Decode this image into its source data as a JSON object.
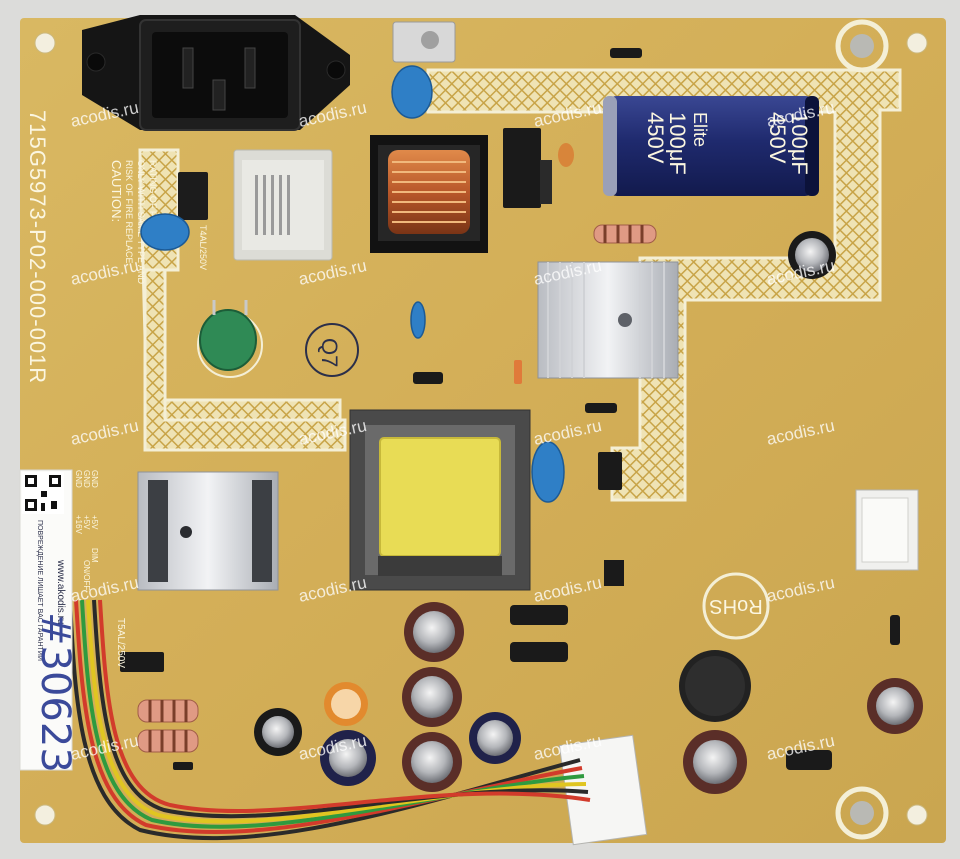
{
  "board": {
    "part_number": "715G5973-P02-000-001R",
    "caution_lines": [
      "CAUTION:",
      "RISK OF FIRE REPLACE",
      "ONLY WITH SAME TYPE AND",
      "RATING OF FUSE."
    ],
    "fuse_rating": "T4AL/250V",
    "fuse2_rating": "T5AL/250V",
    "rohs_mark": "RoHS",
    "circle_mark": "Q7"
  },
  "capacitor": {
    "line1": "100μF",
    "line2": "450V",
    "brand": "Elite"
  },
  "sticker": {
    "url": "www.akodis.ru",
    "note": "ПОВРЕЖДЕНИЕ ЛИШАЕТ ВАС ГАРАНТИИ",
    "pins": [
      "ON/OFF",
      "DIM",
      "+16V",
      "+5V",
      "+5V",
      "GND",
      "GND",
      "GND"
    ]
  },
  "handwritten": "#30623",
  "watermark": "acodis.ru",
  "colors": {
    "pcb": "#d6b257",
    "silkscreen": "#f4efd6",
    "capacitor": "#1f2a6e",
    "inductor": "#e7db53"
  }
}
